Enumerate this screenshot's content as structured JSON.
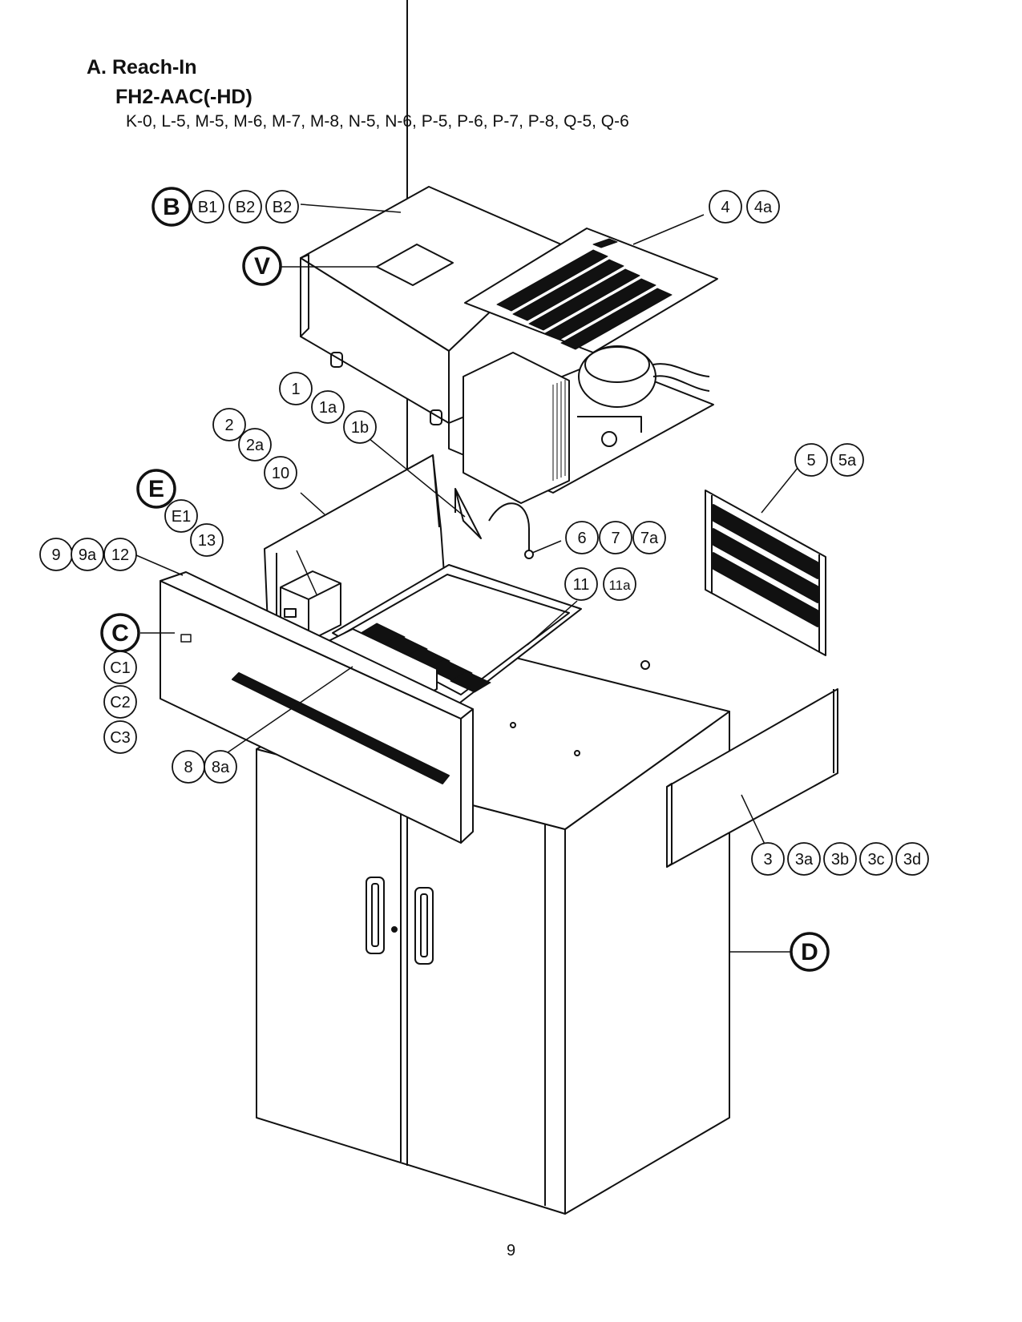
{
  "header": {
    "section": "A. Reach-In",
    "model": "FH2-AAC(-HD)",
    "serial_codes": "K-0, L-5, M-5, M-6, M-7, M-8, N-5, N-6, P-5, P-6, P-7, P-8, Q-5, Q-6"
  },
  "page_number": "9",
  "callouts": [
    {
      "label": "B",
      "major": true
    },
    {
      "label": "B1"
    },
    {
      "label": "B2"
    },
    {
      "label": "B2"
    },
    {
      "label": "4"
    },
    {
      "label": "4a"
    },
    {
      "label": "V",
      "major": true
    },
    {
      "label": "1"
    },
    {
      "label": "1a"
    },
    {
      "label": "1b"
    },
    {
      "label": "2"
    },
    {
      "label": "2a"
    },
    {
      "label": "10"
    },
    {
      "label": "5"
    },
    {
      "label": "5a"
    },
    {
      "label": "E",
      "major": true
    },
    {
      "label": "E1"
    },
    {
      "label": "13"
    },
    {
      "label": "9"
    },
    {
      "label": "9a"
    },
    {
      "label": "12"
    },
    {
      "label": "6"
    },
    {
      "label": "7"
    },
    {
      "label": "7a"
    },
    {
      "label": "11"
    },
    {
      "label": "11a"
    },
    {
      "label": "C",
      "major": true
    },
    {
      "label": "C1"
    },
    {
      "label": "C2"
    },
    {
      "label": "C3"
    },
    {
      "label": "8"
    },
    {
      "label": "8a"
    },
    {
      "label": "3"
    },
    {
      "label": "3a"
    },
    {
      "label": "3b"
    },
    {
      "label": "3c"
    },
    {
      "label": "3d"
    },
    {
      "label": "D",
      "major": true
    }
  ]
}
